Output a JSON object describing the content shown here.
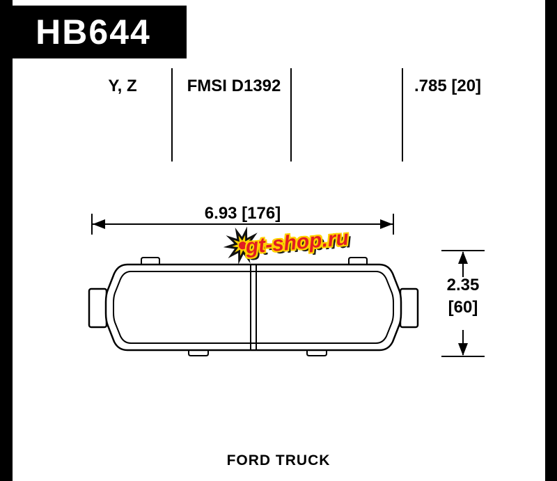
{
  "header": {
    "part_number": "HB644"
  },
  "spec_row": {
    "compounds": "Y, Z",
    "fmsi_number": "FMSI D1392",
    "pad_thickness": ".785 [20]"
  },
  "diagram": {
    "width_dimension": "6.93 [176]",
    "height_dimension_inches": "2.35",
    "height_dimension_mm": "[60]"
  },
  "watermark": {
    "text": "gt-shop.ru"
  },
  "footer": {
    "application": "FORD TRUCK"
  },
  "colors": {
    "ink": "#000000",
    "background": "#ffffff",
    "watermark_red": "#e11d23",
    "watermark_yellow": "#ffd200"
  }
}
